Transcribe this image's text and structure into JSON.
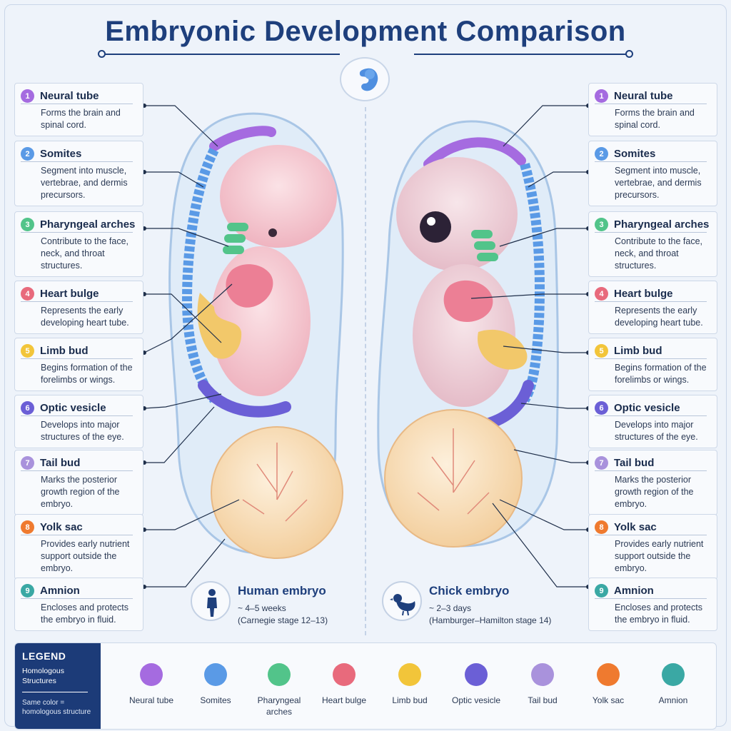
{
  "title": "Embryonic Development Comparison",
  "colors": {
    "neural_tube": "#a56be0",
    "somites": "#5a9ae6",
    "pharyngeal_arches": "#52c48a",
    "heart_bulge": "#e86a7c",
    "limb_bud": "#f2c53a",
    "optic_vesicle": "#6b5fd6",
    "tail_bud": "#a992dc",
    "yolk_sac": "#ef7a2f",
    "amnion": "#3aa8a4"
  },
  "structures": [
    {
      "num": "1",
      "name": "Neural tube",
      "desc": "Forms the brain and spinal cord."
    },
    {
      "num": "2",
      "name": "Somites",
      "desc": "Segment into muscle, vertebrae, and dermis precursors."
    },
    {
      "num": "3",
      "name": "Pharyngeal arches",
      "desc": "Contribute to the face, neck, and throat structures."
    },
    {
      "num": "4",
      "name": "Heart bulge",
      "desc": "Represents the early developing heart tube."
    },
    {
      "num": "5",
      "name": "Limb bud",
      "desc": "Begins formation of the forelimbs or wings."
    },
    {
      "num": "6",
      "name": "Optic vesicle",
      "desc": "Develops into major structures of the eye."
    },
    {
      "num": "7",
      "name": "Tail bud",
      "desc": "Marks the posterior growth region of the embryo."
    },
    {
      "num": "8",
      "name": "Yolk sac",
      "desc": "Provides early nutrient support outside the embryo."
    },
    {
      "num": "9",
      "name": "Amnion",
      "desc": "Encloses and protects the embryo in fluid."
    }
  ],
  "human": {
    "title": "Human embryo",
    "age": "~ 4–5 weeks",
    "stage": "(Carnegie stage 12–13)",
    "icon": "human-figure-icon"
  },
  "chick": {
    "title": "Chick embryo",
    "age": "~ 2–3 days",
    "stage": "(Hamburger–Hamilton stage 14)",
    "icon": "chicken-icon"
  },
  "center_icon": "embryo-icon",
  "legend": {
    "title": "LEGEND",
    "subtitle": "Homologous Structures",
    "note": "Same color = homologous structure",
    "items": [
      {
        "label": "Neural tube",
        "color": "#a56be0"
      },
      {
        "label": "Somites",
        "color": "#5a9ae6"
      },
      {
        "label": "Pharyngeal arches",
        "color": "#52c48a"
      },
      {
        "label": "Heart bulge",
        "color": "#e86a7c"
      },
      {
        "label": "Limb bud",
        "color": "#f2c53a"
      },
      {
        "label": "Optic vesicle",
        "color": "#6b5fd6"
      },
      {
        "label": "Tail bud",
        "color": "#a992dc"
      },
      {
        "label": "Yolk sac",
        "color": "#ef7a2f"
      },
      {
        "label": "Amnion",
        "color": "#3aa8a4"
      }
    ]
  }
}
